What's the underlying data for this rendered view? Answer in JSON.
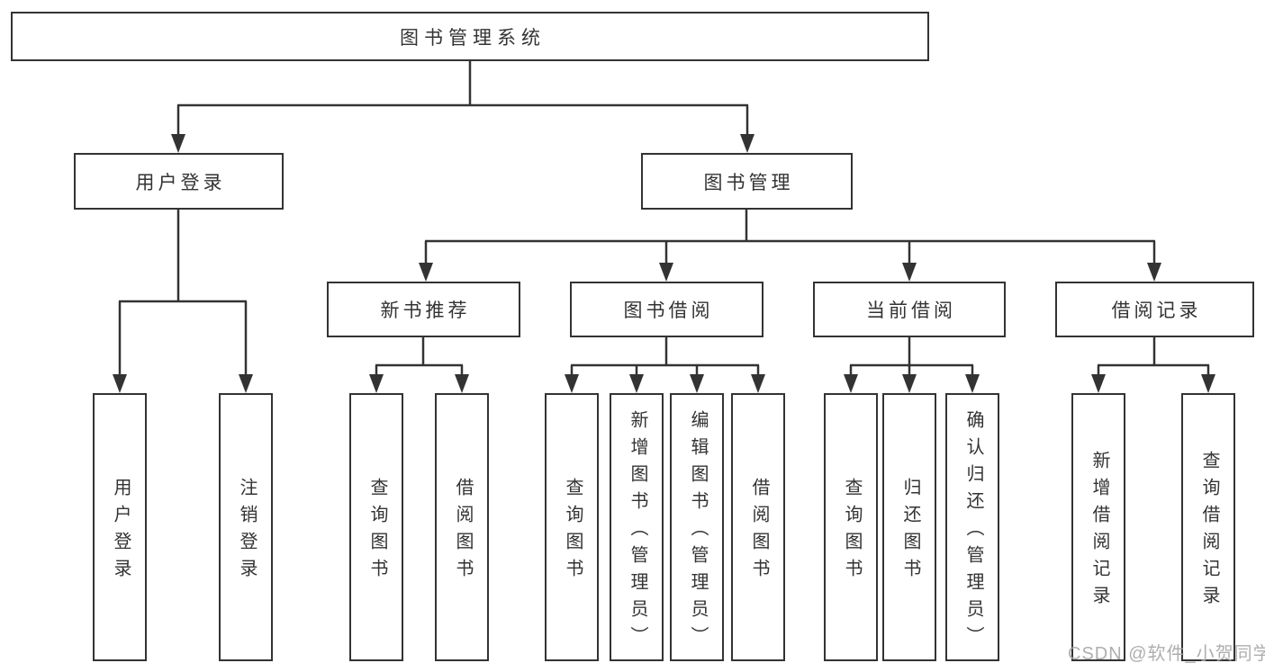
{
  "diagram": {
    "title": "图书管理系统",
    "nodes": {
      "root": "图书管理系统",
      "user_login": "用户登录",
      "book_management": "图书管理",
      "new_book_recommend": "新书推荐",
      "book_borrow": "图书借阅",
      "current_borrow": "当前借阅",
      "borrow_record": "借阅记录",
      "leaf_user_login": "用户登录",
      "leaf_logout": "注销登录",
      "leaf_nb_query": "查询图书",
      "leaf_nb_borrow": "借阅图书",
      "leaf_bb_query": "查询图书",
      "leaf_bb_add": "新增图书（管理员）",
      "leaf_bb_edit": "编辑图书（管理员）",
      "leaf_bb_borrow": "借阅图书",
      "leaf_cb_query": "查询图书",
      "leaf_cb_return": "归还图书",
      "leaf_cb_confirm": "确认归还（管理员）",
      "leaf_br_add": "新增借阅记录",
      "leaf_br_query": "查询借阅记录"
    },
    "colors": {
      "line": "#333333",
      "box_border": "#333333",
      "text": "#333333",
      "watermark": "#a8a8a8"
    },
    "watermark": "CSDN @软件_小贺同学"
  }
}
